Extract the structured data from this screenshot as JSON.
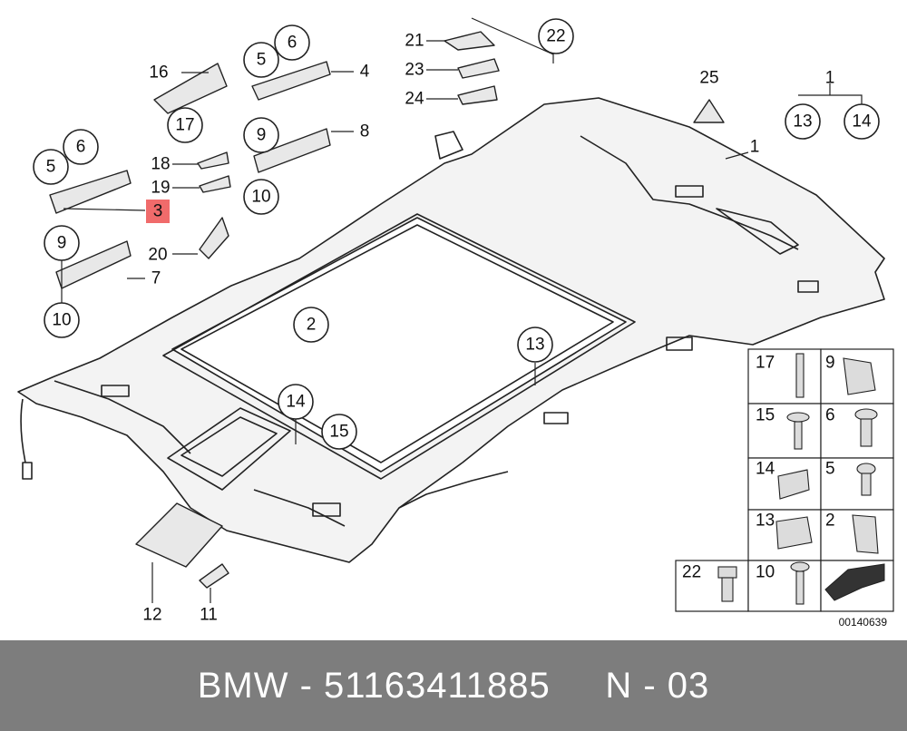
{
  "diagram": {
    "figure_code": "00140639",
    "callouts": {
      "c1": "1",
      "c1b": "1",
      "c2": "2",
      "c3": "3",
      "c4": "4",
      "c5a": "5",
      "c5b": "5",
      "c6a": "6",
      "c6b": "6",
      "c7": "7",
      "c8": "8",
      "c9a": "9",
      "c9b": "9",
      "c10a": "10",
      "c10b": "10",
      "c11": "11",
      "c12": "12",
      "c13a": "13",
      "c13b": "13",
      "c14a": "14",
      "c14b": "14",
      "c15": "15",
      "c16": "16",
      "c17": "17",
      "c18": "18",
      "c19": "19",
      "c20": "20",
      "c21": "21",
      "c22": "22",
      "c23": "23",
      "c24": "24",
      "c25": "25"
    },
    "legend_cells": {
      "l17": "17",
      "l9": "9",
      "l15": "15",
      "l6": "6",
      "l14": "14",
      "l5": "5",
      "l13": "13",
      "l2": "2",
      "l22": "22",
      "l10": "10"
    },
    "highlight_color": "#f06b6b"
  },
  "footer": {
    "text": "BMW - 51163411885     N - 03"
  }
}
